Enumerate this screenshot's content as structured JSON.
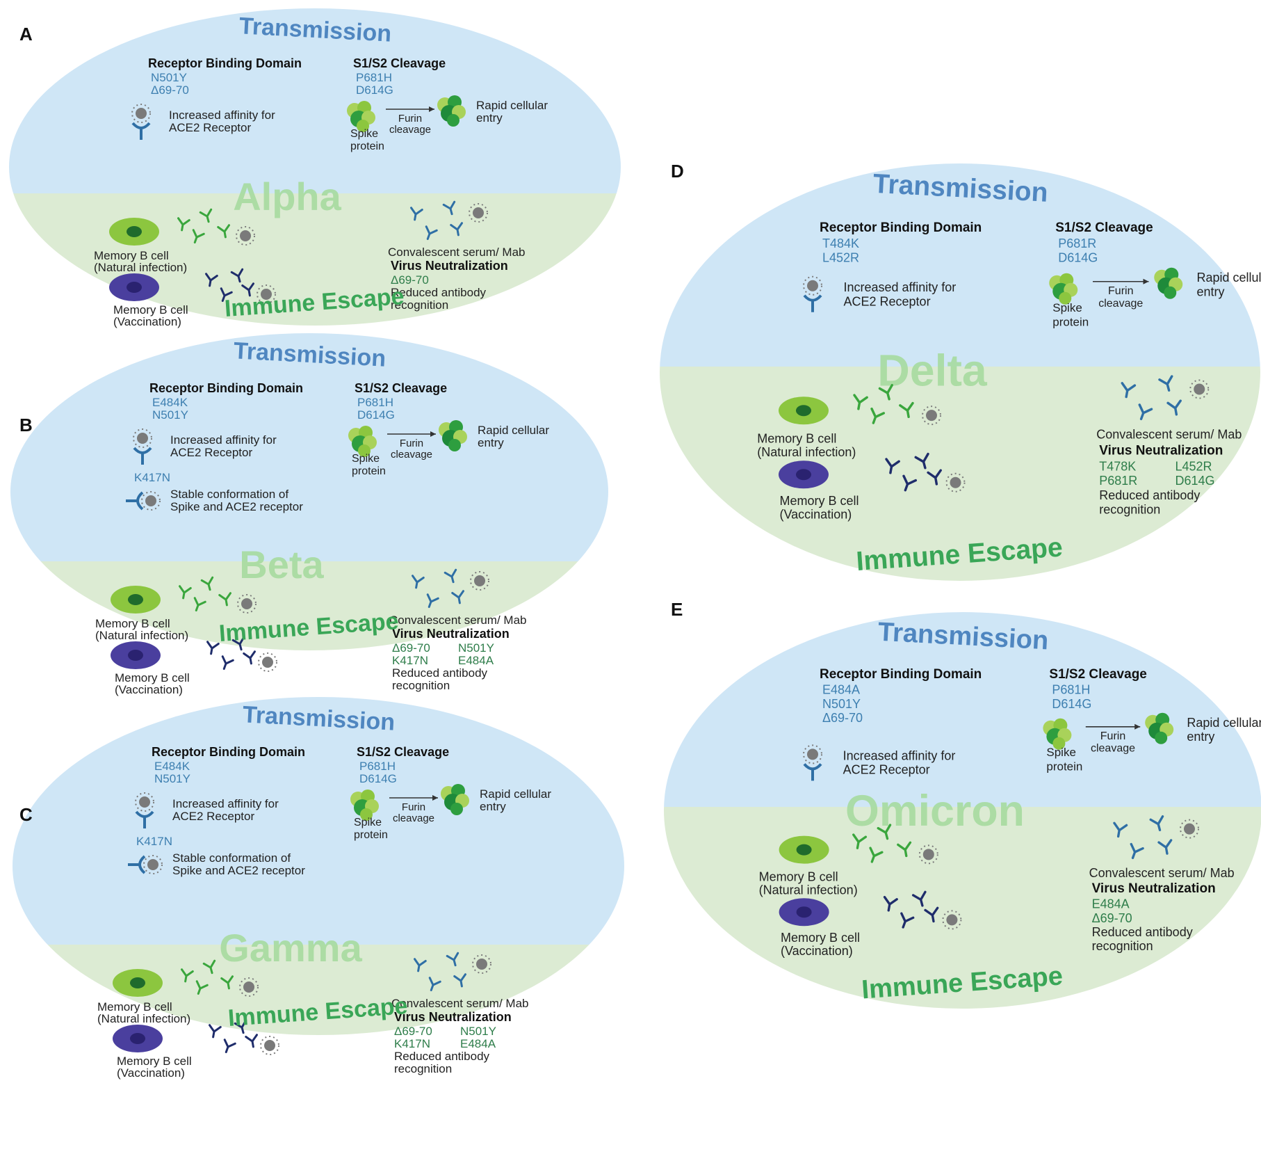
{
  "colors": {
    "transmission_bg": "#cfe6f6",
    "immune_bg": "#dcebd3",
    "mutation_blue": "#3d7fb0",
    "mutation_green": "#2e7d4a",
    "title_blue": "#4f86c0",
    "escape_green": "#3aa657",
    "variant_blue": "#7fc1e6",
    "variant_green": "#a7dba0",
    "antibody_green": "#3aa63d",
    "antibody_blue": "#2f6fa5",
    "antibody_navy": "#1f2d6b",
    "cell_green": "#8cc63f",
    "cell_purple": "#4a3f9e",
    "virus_grey": "#7a7a7a"
  },
  "panels": [
    {
      "letter": "A",
      "variant": "Alpha",
      "transmission_title": "Transmission",
      "rbd_heading": "Receptor Binding Domain",
      "rbd_mutations": [
        "N501Y",
        "Δ69-70"
      ],
      "cleavage_heading": "S1/S2 Cleavage",
      "cleavage_mutations": [
        "P681H",
        "D614G"
      ],
      "affinity_text": [
        "Increased affinity for",
        "ACE2 Receptor"
      ],
      "stable_mutation": "",
      "stable_text": [],
      "spike_label": [
        "Spike",
        "protein"
      ],
      "furin_label": [
        "Furin",
        "cleavage"
      ],
      "entry_label": [
        "Rapid cellular",
        "entry"
      ],
      "memory_natural": [
        "Memory B cell",
        "(Natural infection)"
      ],
      "memory_vaccine": [
        "Memory B cell",
        "(Vaccination)"
      ],
      "serum_label": "Convalescent serum/ Mab",
      "neutralization_heading": "Virus Neutralization",
      "neutralization_mutations": [
        [
          "Δ69-70"
        ]
      ],
      "reduced_text": [
        "Reduced antibody",
        "recognition"
      ],
      "immune_title": "Immune Escape"
    },
    {
      "letter": "B",
      "variant": "Beta",
      "transmission_title": "Transmission",
      "rbd_heading": "Receptor Binding Domain",
      "rbd_mutations": [
        "E484K",
        "N501Y"
      ],
      "cleavage_heading": "S1/S2 Cleavage",
      "cleavage_mutations": [
        "P681H",
        "D614G"
      ],
      "affinity_text": [
        "Increased affinity for",
        "ACE2 Receptor"
      ],
      "stable_mutation": "K417N",
      "stable_text": [
        "Stable conformation of",
        "Spike and ACE2 receptor"
      ],
      "spike_label": [
        "Spike",
        "protein"
      ],
      "furin_label": [
        "Furin",
        "cleavage"
      ],
      "entry_label": [
        "Rapid cellular",
        "entry"
      ],
      "memory_natural": [
        "Memory B cell",
        "(Natural infection)"
      ],
      "memory_vaccine": [
        "Memory B cell",
        "(Vaccination)"
      ],
      "serum_label": "Convalescent serum/ Mab",
      "neutralization_heading": "Virus Neutralization",
      "neutralization_mutations": [
        [
          "Δ69-70",
          "N501Y"
        ],
        [
          "K417N",
          "E484A"
        ]
      ],
      "reduced_text": [
        "Reduced antibody",
        "recognition"
      ],
      "immune_title": "Immune Escape"
    },
    {
      "letter": "C",
      "variant": "Gamma",
      "transmission_title": "Transmission",
      "rbd_heading": "Receptor Binding Domain",
      "rbd_mutations": [
        "E484K",
        "N501Y"
      ],
      "cleavage_heading": "S1/S2 Cleavage",
      "cleavage_mutations": [
        "P681H",
        "D614G"
      ],
      "affinity_text": [
        "Increased affinity for",
        "ACE2 Receptor"
      ],
      "stable_mutation": "K417N",
      "stable_text": [
        "Stable conformation of",
        "Spike and ACE2 receptor"
      ],
      "spike_label": [
        "Spike",
        "protein"
      ],
      "furin_label": [
        "Furin",
        "cleavage"
      ],
      "entry_label": [
        "Rapid cellular",
        "entry"
      ],
      "memory_natural": [
        "Memory B cell",
        "(Natural infection)"
      ],
      "memory_vaccine": [
        "Memory B cell",
        "(Vaccination)"
      ],
      "serum_label": "Convalescent serum/ Mab",
      "neutralization_heading": "Virus Neutralization",
      "neutralization_mutations": [
        [
          "Δ69-70",
          "N501Y"
        ],
        [
          "K417N",
          "E484A"
        ]
      ],
      "reduced_text": [
        "Reduced antibody",
        "recognition"
      ],
      "immune_title": "Immune Escape"
    },
    {
      "letter": "D",
      "variant": "Delta",
      "transmission_title": "Transmission",
      "rbd_heading": "Receptor Binding Domain",
      "rbd_mutations": [
        "T484K",
        "L452R"
      ],
      "cleavage_heading": "S1/S2 Cleavage",
      "cleavage_mutations": [
        "P681R",
        "D614G"
      ],
      "affinity_text": [
        "Increased affinity for",
        "ACE2 Receptor"
      ],
      "stable_mutation": "",
      "stable_text": [],
      "spike_label": [
        "Spike",
        "protein"
      ],
      "furin_label": [
        "Furin",
        "cleavage"
      ],
      "entry_label": [
        "Rapid cellular",
        "entry"
      ],
      "memory_natural": [
        "Memory B cell",
        "(Natural infection)"
      ],
      "memory_vaccine": [
        "Memory B cell",
        "(Vaccination)"
      ],
      "serum_label": "Convalescent serum/ Mab",
      "neutralization_heading": "Virus Neutralization",
      "neutralization_mutations": [
        [
          "T478K",
          "L452R"
        ],
        [
          "P681R",
          "D614G"
        ]
      ],
      "reduced_text": [
        "Reduced antibody",
        "recognition"
      ],
      "immune_title": "Immune Escape"
    },
    {
      "letter": "E",
      "variant": "Omicron",
      "transmission_title": "Transmission",
      "rbd_heading": "Receptor Binding Domain",
      "rbd_mutations": [
        "E484A",
        "N501Y",
        "Δ69-70"
      ],
      "cleavage_heading": "S1/S2 Cleavage",
      "cleavage_mutations": [
        "P681H",
        "D614G"
      ],
      "affinity_text": [
        "Increased affinity for",
        "ACE2 Receptor"
      ],
      "stable_mutation": "",
      "stable_text": [],
      "spike_label": [
        "Spike",
        "protein"
      ],
      "furin_label": [
        "Furin",
        "cleavage"
      ],
      "entry_label": [
        "Rapid cellular",
        "entry"
      ],
      "memory_natural": [
        "Memory B cell",
        "(Natural infection)"
      ],
      "memory_vaccine": [
        "Memory B cell",
        "(Vaccination)"
      ],
      "serum_label": "Convalescent serum/ Mab",
      "neutralization_heading": "Virus Neutralization",
      "neutralization_mutations": [
        [
          "E484A"
        ],
        [
          "Δ69-70"
        ]
      ],
      "reduced_text": [
        "Reduced antibody",
        "recognition"
      ],
      "immune_title": "Immune Escape"
    }
  ]
}
